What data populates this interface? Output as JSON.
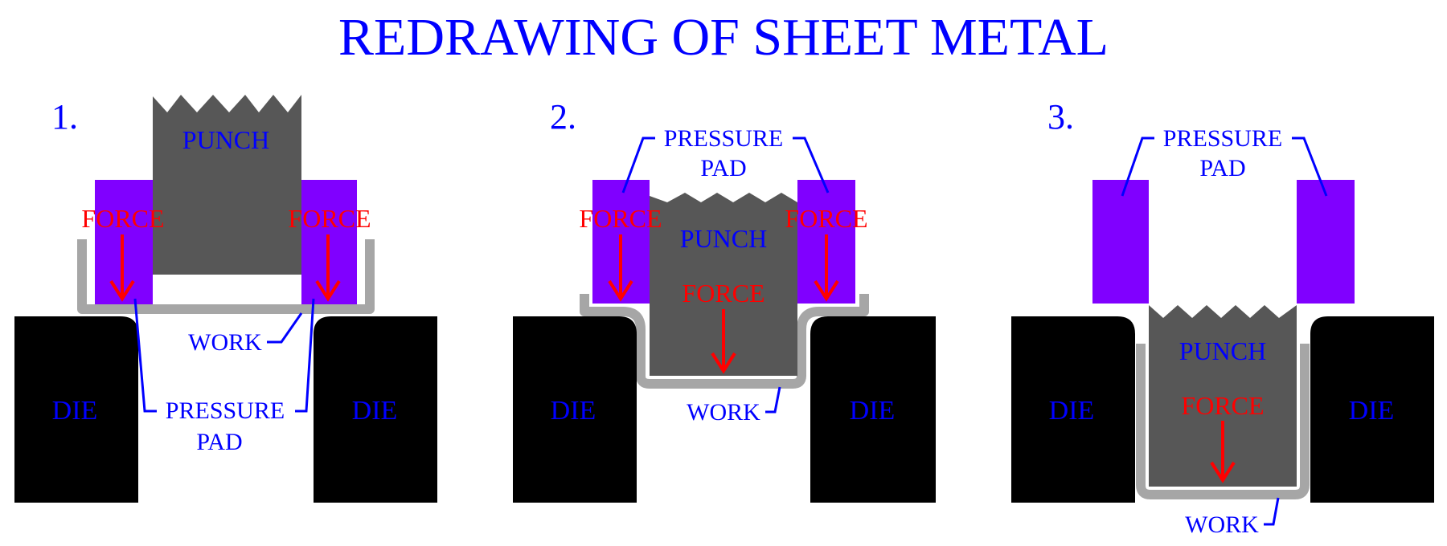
{
  "title": "REDRAWING OF SHEET METAL",
  "colors": {
    "text": "#0000ff",
    "force": "#ff0000",
    "punch": "#575757",
    "die": "#000000",
    "pad": "#8000ff",
    "work": "#a6a6a6"
  },
  "stages": [
    {
      "number": "1.",
      "punch": "PUNCH",
      "force_left": "FORCE",
      "force_right": "FORCE",
      "work": "WORK",
      "pad_line1": "PRESSURE",
      "pad_line2": "PAD",
      "die_left": "DIE",
      "die_right": "DIE"
    },
    {
      "number": "2.",
      "punch": "PUNCH",
      "force_left": "FORCE",
      "force_right": "FORCE",
      "force_center": "FORCE",
      "work": "WORK",
      "pad_line1": "PRESSURE",
      "pad_line2": "PAD",
      "die_left": "DIE",
      "die_right": "DIE"
    },
    {
      "number": "3.",
      "punch": "PUNCH",
      "force_center": "FORCE",
      "work": "WORK",
      "pad_line1": "PRESSURE",
      "pad_line2": "PAD",
      "die_left": "DIE",
      "die_right": "DIE"
    }
  ]
}
